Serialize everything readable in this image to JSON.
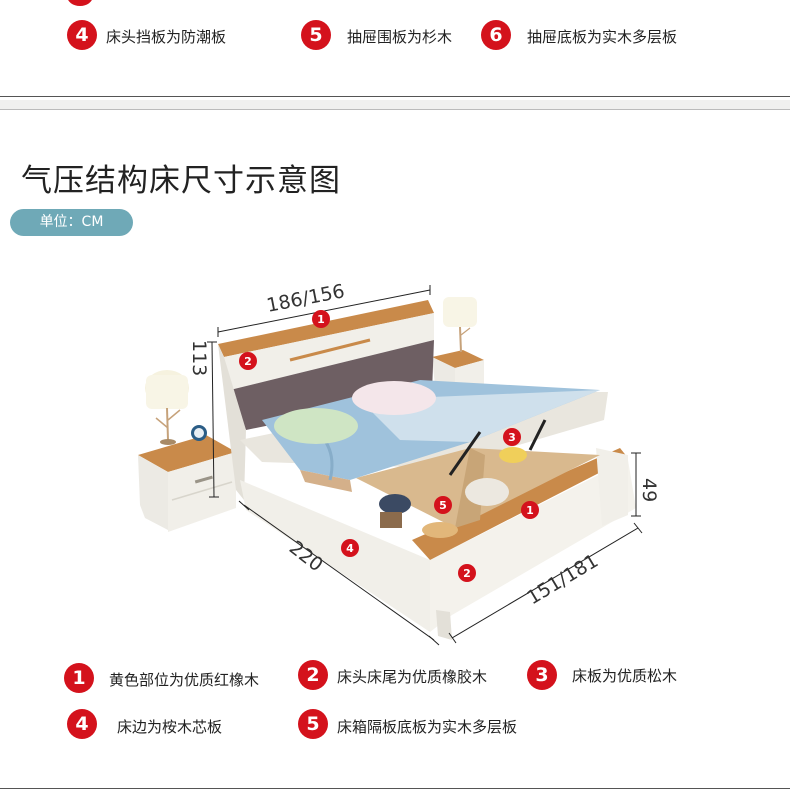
{
  "top_features": [
    {
      "num": "4",
      "text": "床头挡板为防潮板"
    },
    {
      "num": "5",
      "text": "抽屉围板为杉木"
    },
    {
      "num": "6",
      "text": "抽屉底板为实木多层板"
    }
  ],
  "section": {
    "title": "气压结构床尺寸示意图",
    "unit": "单位：CM"
  },
  "dimensions": {
    "head_width": "186/156",
    "head_height": "113",
    "foot_height": "49",
    "length": "220",
    "foot_width": "151/181"
  },
  "callouts": [
    "1",
    "2",
    "3",
    "4",
    "5",
    "1",
    "2"
  ],
  "legend": [
    {
      "num": "1",
      "text": "黄色部位为优质红橡木"
    },
    {
      "num": "2",
      "text": "床头床尾为优质橡胶木"
    },
    {
      "num": "3",
      "text": "床板为优质松木"
    },
    {
      "num": "4",
      "text": "床边为桉木芯板"
    },
    {
      "num": "5",
      "text": "床箱隔板底板为实木多层板"
    }
  ],
  "colors": {
    "badge": "#d4121c",
    "unit_pill": "#6fa9b7",
    "oak": "#c98a4a",
    "white_wood": "#f1efe9",
    "fabric_grey": "#6e5f63",
    "bedding_blue": "#9fc2dc"
  }
}
